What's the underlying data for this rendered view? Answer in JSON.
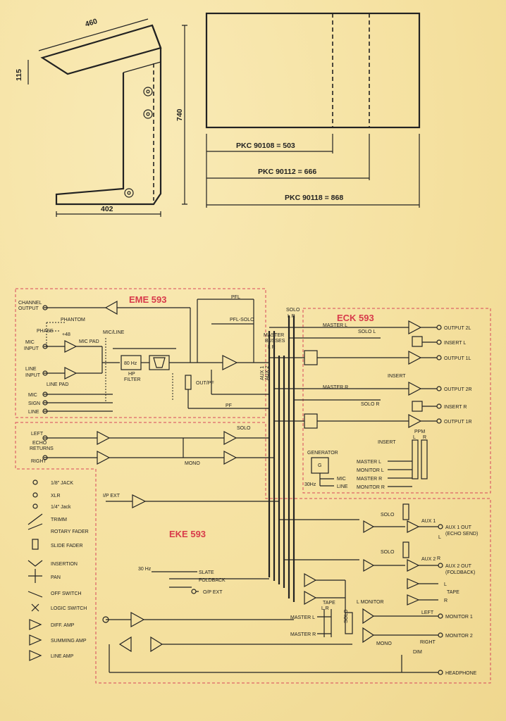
{
  "dimensions": {
    "top_width": "460",
    "front_height": "115",
    "side_height": "740",
    "base_depth": "402"
  },
  "pkc": [
    "PKC 90108 = 503",
    "PKC 90112 = 666",
    "PKC 90118 = 868"
  ],
  "modules": {
    "eme": "EME 593",
    "eck": "ECK 593",
    "eke": "EKE 593"
  },
  "eme": {
    "channel_output_1": "CHANNEL",
    "channel_output_2": "OUTPUT",
    "phantom": "PHANTOM",
    "phase": "PHASE",
    "plus48": "+48",
    "mic_input_1": "MIC",
    "mic_input_2": "INPUT",
    "mic_pad": "MIC PAD",
    "mic_line": "MIC/LINE",
    "line_input_1": "LINE",
    "line_input_2": "INPUT",
    "line_pad": "LINE PAD",
    "hz80": "80 Hz",
    "hp_filter_1": "HP",
    "hp_filter_2": "FILTER",
    "mic": "MIC",
    "sign": "SIGN",
    "line": "LINE",
    "out_pf": "OUT/PF",
    "pf": "PF",
    "pfl": "PFL",
    "pfl_solo": "PFL-SOLO",
    "echo_returns_1": "ECHO",
    "echo_returns_2": "RETURNS",
    "left": "LEFT",
    "right": "RIGHT",
    "mono": "MONO",
    "solo": "SOLO"
  },
  "busses": {
    "solo": "SOLO",
    "lr": "L  R",
    "master": "MASTER",
    "busses": "BUSSES",
    "lr2": "L  R",
    "aux1": "AUX 1",
    "aux2": "AUX 2"
  },
  "eck": {
    "master_l": "MASTER L",
    "solo_l": "SOLO L",
    "output_2l": "OUTPUT 2L",
    "insert_l": "INSERT L",
    "output_1l": "OUTPUT 1L",
    "insert_a": "INSERT",
    "master_r": "MASTER R",
    "solo_r": "SOLO R",
    "output_2r": "OUTPUT 2R",
    "insert_r": "INSERT R",
    "output_1r": "OUTPUT 1R",
    "insert_b": "INSERT",
    "ppm": "PPM",
    "ppm_l": "L",
    "ppm_r": "R",
    "generator": "GENERATOR",
    "gen_g": "G",
    "hz30": "30Hz",
    "gen_mic": "MIC",
    "gen_line": "LINE",
    "meter_rows": [
      "MASTER L",
      "MONITOR L",
      "MASTER R",
      "MONITOR R"
    ]
  },
  "legend": [
    "1/8\" JACK",
    "XLR",
    "1/4\" Jack",
    "TRIMM",
    "ROTARY FADER",
    "SLIDE FADER",
    "INSERTION",
    "PAN",
    "OFF SWITCH",
    "LOGIC SWITCH",
    "DIFF. AMP",
    "SUMMING AMP",
    "LINE AMP"
  ],
  "eke": {
    "ip_ext": "I/P EXT",
    "solo_1": "SOLO",
    "aux1": "AUX 1",
    "aux1_out_1": "AUX 1 OUT",
    "aux1_out_2": "(ECHO SEND)",
    "l": "L",
    "solo_2": "SOLO",
    "aux2": "AUX 2",
    "r": "R",
    "aux2_out_1": "AUX 2 OUT",
    "aux2_out_2": "(FOLDBACK)",
    "hz30": "30 Hz",
    "slate": "SLATE",
    "foldback": "FOLDBACK",
    "op_ext": "O/P EXT",
    "tape_l": "L",
    "tape": "TAPE",
    "tape_r": "R",
    "tape_lr": "L  R",
    "master_l": "MASTER L",
    "master_r": "MASTER R",
    "solo_v": "SOLO",
    "l_monitor": "L MONITOR",
    "left": "LEFT",
    "right": "RIGHT",
    "monitor1": "MONITOR 1",
    "monitor2": "MONITOR 2",
    "mono": "MONO",
    "dim": "DIM",
    "headphone": "HEADPHONE"
  }
}
